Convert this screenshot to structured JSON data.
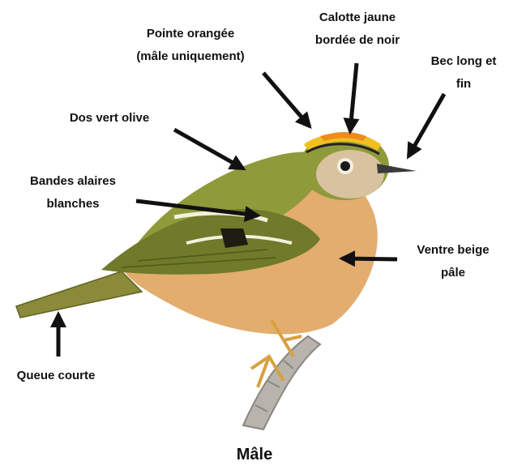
{
  "caption": "Mâle",
  "labels": {
    "crown": [
      "Calotte jaune",
      "bordée de noir"
    ],
    "tip": [
      "Pointe orangée",
      "(mâle uniquement)"
    ],
    "beak": [
      "Bec long et",
      "fin"
    ],
    "back": [
      "Dos vert olive"
    ],
    "wingbars": [
      "Bandes alaires",
      "blanches"
    ],
    "belly": [
      "Ventre beige",
      "pâle"
    ],
    "tail": [
      "Queue courte"
    ]
  },
  "colors": {
    "back": "#8f9a3a",
    "belly": "#e3ad6e",
    "crown": "#f0c020",
    "crown_tip": "#f08a1a",
    "face": "#d9c2a0",
    "wing": "#6f7a2a",
    "arrow": "#111111"
  }
}
